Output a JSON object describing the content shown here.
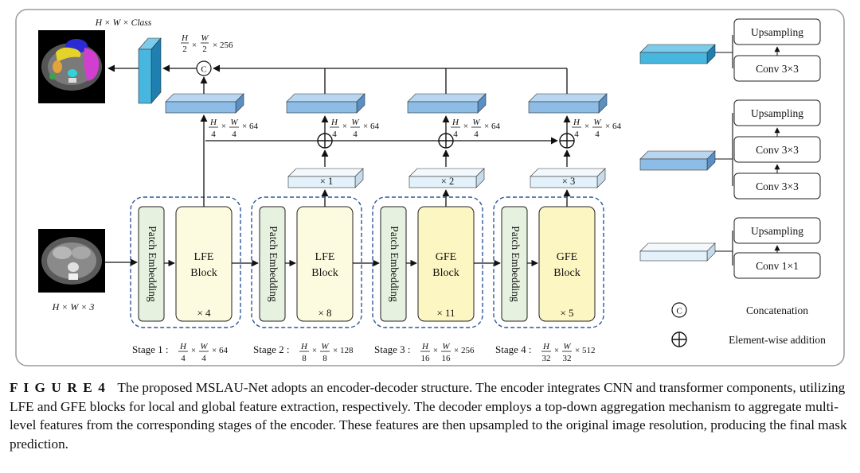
{
  "figure": {
    "label": "F I G U R E  4",
    "caption": "The proposed MSLAU-Net adopts an encoder-decoder structure. The encoder integrates CNN and transformer components, utilizing LFE and GFE blocks for local and global feature extraction, respectively. The decoder employs a top-down aggregation mechanism to aggregate multi-level features from the corresponding stages of the encoder. These features are then upsampled to the original image resolution, producing the final mask prediction."
  },
  "diagram": {
    "output_label": "H × W × Class",
    "input_label": "H × W × 3",
    "concat_size": {
      "num": "H",
      "den": "2",
      "num2": "W",
      "den2": "2",
      "tail": "× 256"
    },
    "skip_size": {
      "num": "H",
      "den": "4",
      "num2": "W",
      "den2": "4",
      "tail": "× 64"
    },
    "multipliers": [
      "× 1",
      "× 2",
      "× 3"
    ],
    "stages": [
      {
        "patch": "Patch Embedding",
        "block1": "LFE",
        "block2": "Block",
        "repeat": "× 4",
        "caption_prefix": "Stage 1 :",
        "h_den": "4",
        "w_den": "4",
        "tail": "× 64",
        "block_color": "#fdfbdf"
      },
      {
        "patch": "Patch Embedding",
        "block1": "LFE",
        "block2": "Block",
        "repeat": "× 8",
        "caption_prefix": "Stage 2 :",
        "h_den": "8",
        "w_den": "8",
        "tail": "× 128",
        "block_color": "#fdfbdf"
      },
      {
        "patch": "Patch Embedding",
        "block1": "GFE",
        "block2": "Block",
        "repeat": "× 11",
        "caption_prefix": "Stage 3 :",
        "h_den": "16",
        "w_den": "16",
        "tail": "× 256",
        "block_color": "#fcf6c3"
      },
      {
        "patch": "Patch Embedding",
        "block1": "GFE",
        "block2": "Block",
        "repeat": "× 5",
        "caption_prefix": "Stage 4 :",
        "h_den": "32",
        "w_den": "32",
        "tail": "× 512",
        "block_color": "#fcf6c3"
      }
    ],
    "legend": {
      "group1": [
        "Upsampling",
        "Conv 3×3"
      ],
      "group2": [
        "Upsampling",
        "Conv 3×3",
        "Conv 3×3"
      ],
      "group3": [
        "Upsampling",
        "Conv 1×1"
      ],
      "concat_symbol": "C",
      "concat_text": "Concatenation",
      "add_text": "Element-wise addition"
    },
    "colors": {
      "dark_blue": "#48b7df",
      "mid_blue": "#8dbde6",
      "light_blue": "#e2f1fa",
      "green": "#e6f1df",
      "dash": "#2f5597",
      "frame": "#9a9a9a"
    }
  }
}
